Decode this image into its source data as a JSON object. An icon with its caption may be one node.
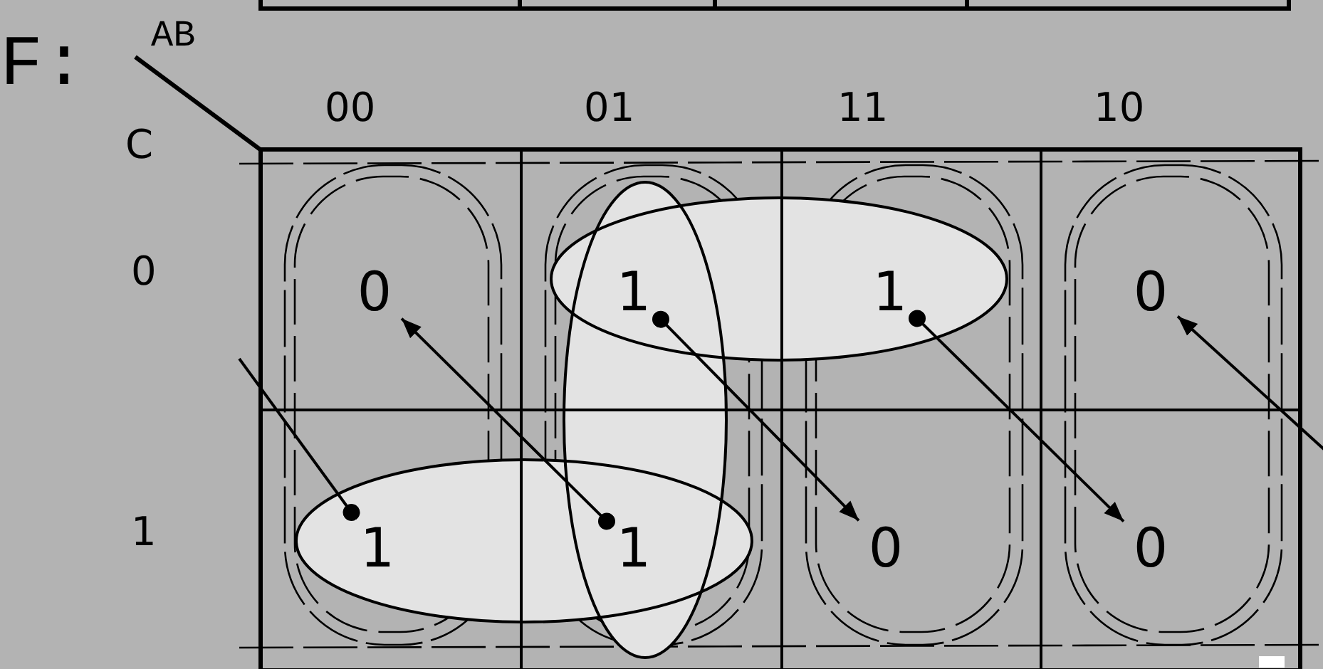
{
  "diagram": {
    "nodes": [
      {
        "text": [
          "0"
        ]
      },
      {
        "text": [
          "1"
        ]
      },
      {
        "text": [
          "1"
        ]
      },
      {
        "text": [
          "0"
        ]
      },
      {
        "text": [
          "1"
        ]
      },
      {
        "text": [
          "1"
        ]
      },
      {
        "text": [
          "0"
        ]
      },
      {
        "text": [
          "0"
        ]
      }
    ],
    "edges": [
      {
        "from": 1,
        "to": 6,
        "arrow": "to"
      },
      {
        "from": 2,
        "to": 7,
        "arrow": "to"
      },
      {
        "from": 5,
        "to": 0,
        "arrow": "to"
      },
      {
        "from": 4,
        "to": null,
        "arrow": "other"
      },
      {
        "from": null,
        "to": 3,
        "arrow": "to"
      }
    ],
    "labels": [
      "F:",
      "AB",
      "C",
      "00",
      "01",
      "11",
      "10",
      "0",
      "1"
    ]
  }
}
